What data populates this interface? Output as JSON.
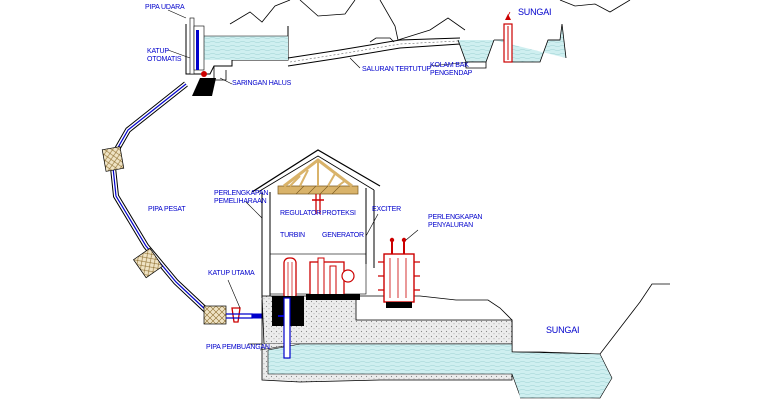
{
  "labels": {
    "pipa_udara": "PIPA UDARA",
    "katup_otomatis": "KATUP OTOMATIS",
    "saringan_halus": "SARINGAN HALUS",
    "saluran_tertutup": "SALURAN TERTUTUP",
    "kolam_bak_pengendap": "KOLAM BAK PENGENDAP",
    "sungai_top": "SUNGAI",
    "pipa_pesat": "PIPA PESAT",
    "perlengkapan_pemeliharaan": "PERLENGKAPAN PEMELIHARAAN",
    "regulator": "REGULATOR",
    "proteksi": "PROTEKSI",
    "exciter": "EXCITER",
    "perlengkapan_penyaluran": "PERLENGKAPAN PENYALURAN",
    "turbin": "TURBIN",
    "generator": "GENERATOR",
    "katup_utama": "KATUP UTAMA",
    "pipa_pembuangan": "PIPA PEMBUANGAN",
    "sungai_bottom": "SUNGAI"
  },
  "colors": {
    "water": "#cfeff0",
    "pipe": "#0000cc",
    "crane": "#d9b36a",
    "machine": "#cc0000",
    "concrete": "#e9e9e9",
    "label": "#0000cc"
  }
}
